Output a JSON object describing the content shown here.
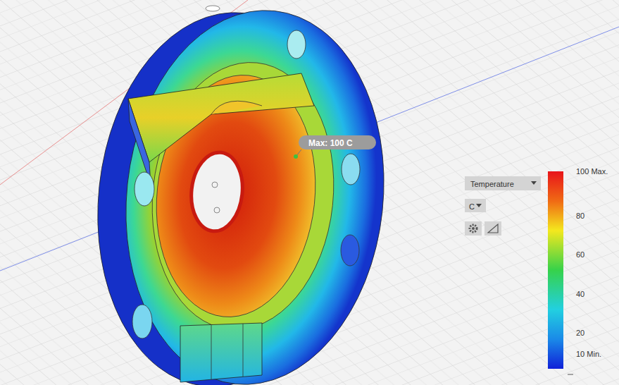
{
  "diagram": {
    "nodes": [
      {
        "text": [
          "Max: 100 C"
        ]
      },
      {
        "text": [
          "Temperature"
        ]
      },
      {
        "text": [
          "C"
        ]
      }
    ],
    "edges": [],
    "labels": [
      "100 Max.",
      "80",
      "60",
      "40",
      "20",
      "10 Min."
    ]
  }
}
